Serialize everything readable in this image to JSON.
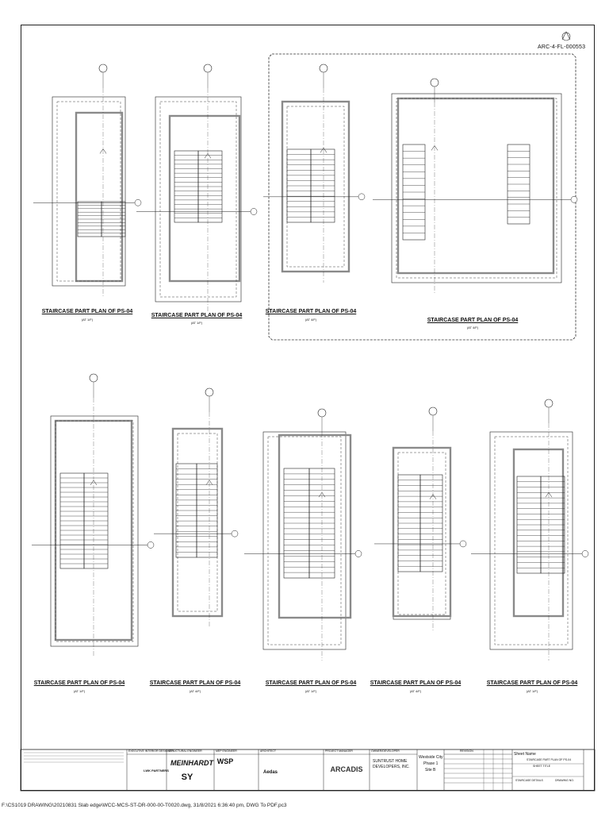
{
  "sheet": {
    "drawing_number": "ARC-4-FL-000553",
    "file_path": "F:\\CS1019 DRAWING\\20210831 Slab edge\\WCC-MCS-ST-DR-000-00-T0020.dwg, 31/8/2021 6:36:40 pm, DWG To PDF.pc3"
  },
  "plans": [
    {
      "title": "STAIRCASE PART PLAN OF PS-04",
      "scale": "(AT 1/F)"
    },
    {
      "title": "STAIRCASE PART PLAN OF PS-04",
      "scale": "(AT 1/F)"
    },
    {
      "title": "STAIRCASE PART PLAN OF PS-04",
      "scale": "(AT 4/F)"
    },
    {
      "title": "STAIRCASE PART PLAN OF PS-04",
      "scale": "(AT 4/F)"
    },
    {
      "title": "STAIRCASE PART PLAN OF PS-04",
      "scale": "(AT 1/F)"
    },
    {
      "title": "STAIRCASE PART PLAN OF PS-04",
      "scale": "(AT 4/F)"
    },
    {
      "title": "STAIRCASE PART PLAN OF PS-04",
      "scale": "(AT 1/F)"
    },
    {
      "title": "STAIRCASE PART PLAN OF PS-04",
      "scale": "(AT 4/F)"
    },
    {
      "title": "STAIRCASE PART PLAN OF PS-04",
      "scale": "(AT 1/F)"
    }
  ],
  "title_block": {
    "h_consultant": "EXECUTIVE INTERIOR DESIGNER",
    "h_structural": "STRUCTURAL ENGINEER",
    "h_mep": "MEP ENGINEER",
    "h_architect": "ARCHITECT",
    "h_pm": "PROJECT MANAGER",
    "h_developer": "OWNER/DEVELOPER",
    "logo_lwk": "LWK PARTNERS",
    "logo_meinhardt": "MEINHARDT",
    "logo_sy": "SY",
    "logo_wsp": "WSP",
    "logo_aedas": "Aedas",
    "logo_arcadis": "ARCADIS",
    "developer_line1": "SUNTRUST HOME",
    "developer_line2": "DEVELOPERS, INC.",
    "project_name": "Westside City",
    "project_phase": "Phase 1",
    "project_site": "Site B",
    "revision_header": "REVISION",
    "sheet_name_header": "Sheet Name",
    "sheet_name": "STAIRCASE PART PLAN OF PS-04",
    "sheet_title_small": "STAIRCASE DETAILS",
    "sheet_label": "SHEET TITLE",
    "drawing_no_label": "DRAWING NO."
  },
  "colors": {
    "line": "#222222",
    "wall": "#8a8a8a",
    "dash": "#444444"
  }
}
